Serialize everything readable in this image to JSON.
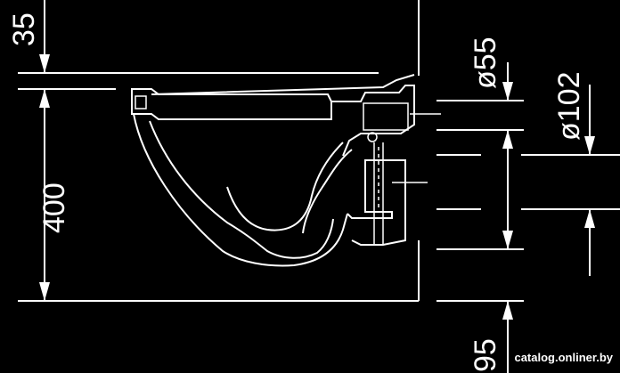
{
  "drawing": {
    "background_color": "#000000",
    "line_color": "#ffffff",
    "dimensions": {
      "top_offset": "35",
      "rim_height": "400",
      "bottom_offset": "95",
      "outlet_diameter": "ø55",
      "pipe_diameter": "ø102"
    },
    "source_credit": "catalog.onliner.by"
  }
}
